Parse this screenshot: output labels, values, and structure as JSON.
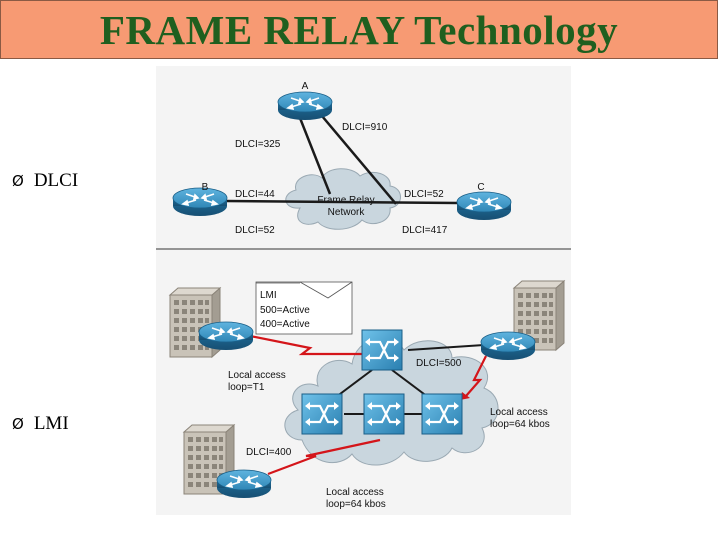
{
  "title": "FRAME RELAY Technology",
  "bullets": [
    {
      "arrow": "Ø",
      "text": "DLCI"
    },
    {
      "arrow": "Ø",
      "text": "LMI"
    }
  ],
  "colors": {
    "title_bg": "#f79a73",
    "title_text": "#1f5f1f",
    "router_blue": "#2f86b6",
    "cloud": "#c9d6de",
    "access_line": "#d4151a"
  },
  "top_diagram": {
    "router_a_label": "A",
    "router_b_label": "B",
    "router_c_label": "C",
    "dlci_910": "DLCI=910",
    "dlci_325": "DLCI=325",
    "dlci_44": "DLCI=44",
    "dlci_52_c": "DLCI=52",
    "dlci_52_b": "DLCI=52",
    "dlci_417": "DLCI=417",
    "cloud_line1": "Frame Relay",
    "cloud_line2": "Network"
  },
  "bottom_diagram": {
    "lmi_line1": "LMI",
    "lmi_line2": "500=Active",
    "lmi_line3": "400=Active",
    "dlci_500": "DLCI=500",
    "dlci_400": "DLCI=400",
    "access_t1_line1": "Local access",
    "access_t1_line2": "loop=T1",
    "access_64a_line1": "Local access",
    "access_64a_line2": "loop=64 kbos",
    "access_64b_line1": "Local access",
    "access_64b_line2": "loop=64 kbos"
  }
}
